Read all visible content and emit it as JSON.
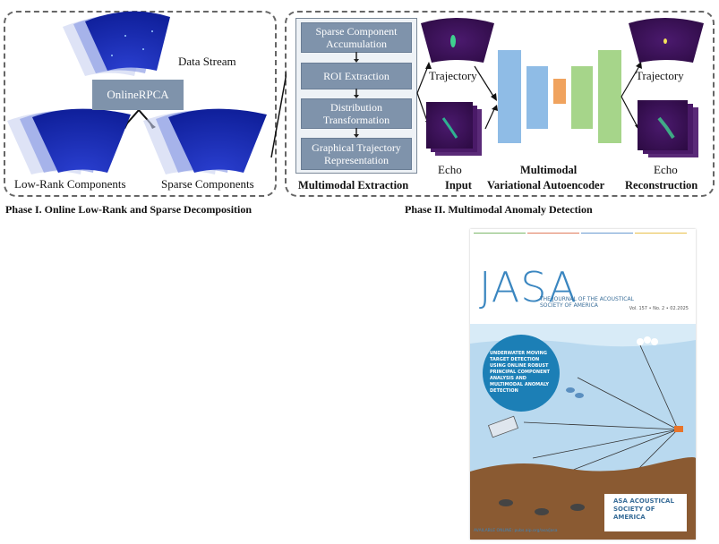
{
  "phase1": {
    "caption": "Phase I. Online Low-Rank and Sparse Decomposition",
    "data_stream_label": "Data Stream",
    "process_label": "OnlineRPCA",
    "low_rank_label": "Low-Rank Components",
    "sparse_label": "Sparse Components"
  },
  "phase2": {
    "caption": "Phase II. Multimodal Anomaly Detection",
    "steps": [
      "Sparse Component Accumulation",
      "ROI Extraction",
      "Distribution Transformation",
      "Graphical Trajectory Representation"
    ],
    "extraction_label": "Multimodal Extraction",
    "input_trajectory_label": "Trajectory",
    "input_echo_label": "Echo",
    "input_label": "Input",
    "model_label_1": "Multimodal",
    "model_label_2": "Variational Autoencoder",
    "output_trajectory_label": "Trajectory",
    "output_echo_label": "Echo",
    "reconstruction_label": "Reconstruction"
  },
  "cover": {
    "journal": "JASA",
    "subtitle": "THE JOURNAL OF THE ACOUSTICAL SOCIETY OF AMERICA",
    "volume": "Vol. 157 • No. 2 • 02.2025",
    "headline": "UNDERWATER MOVING TARGET DETECTION USING ONLINE ROBUST PRINCIPAL COMPONENT ANALYSIS AND MULTIMODAL ANOMALY DETECTION",
    "footer": "AVAILABLE ONLINE: pubs.aip.org/asa/jasa",
    "society": "ASA ACOUSTICAL SOCIETY OF AMERICA"
  },
  "colors": {
    "step_fill": "#7f93ab",
    "encoder_blue": "#8fbce6",
    "latent_orange": "#f0a35e",
    "decoder_green": "#a6d58a",
    "sonar_blue": "#1a2fb8",
    "echo_purple": "#3b0c54",
    "cover_blue": "#3a86c0"
  }
}
